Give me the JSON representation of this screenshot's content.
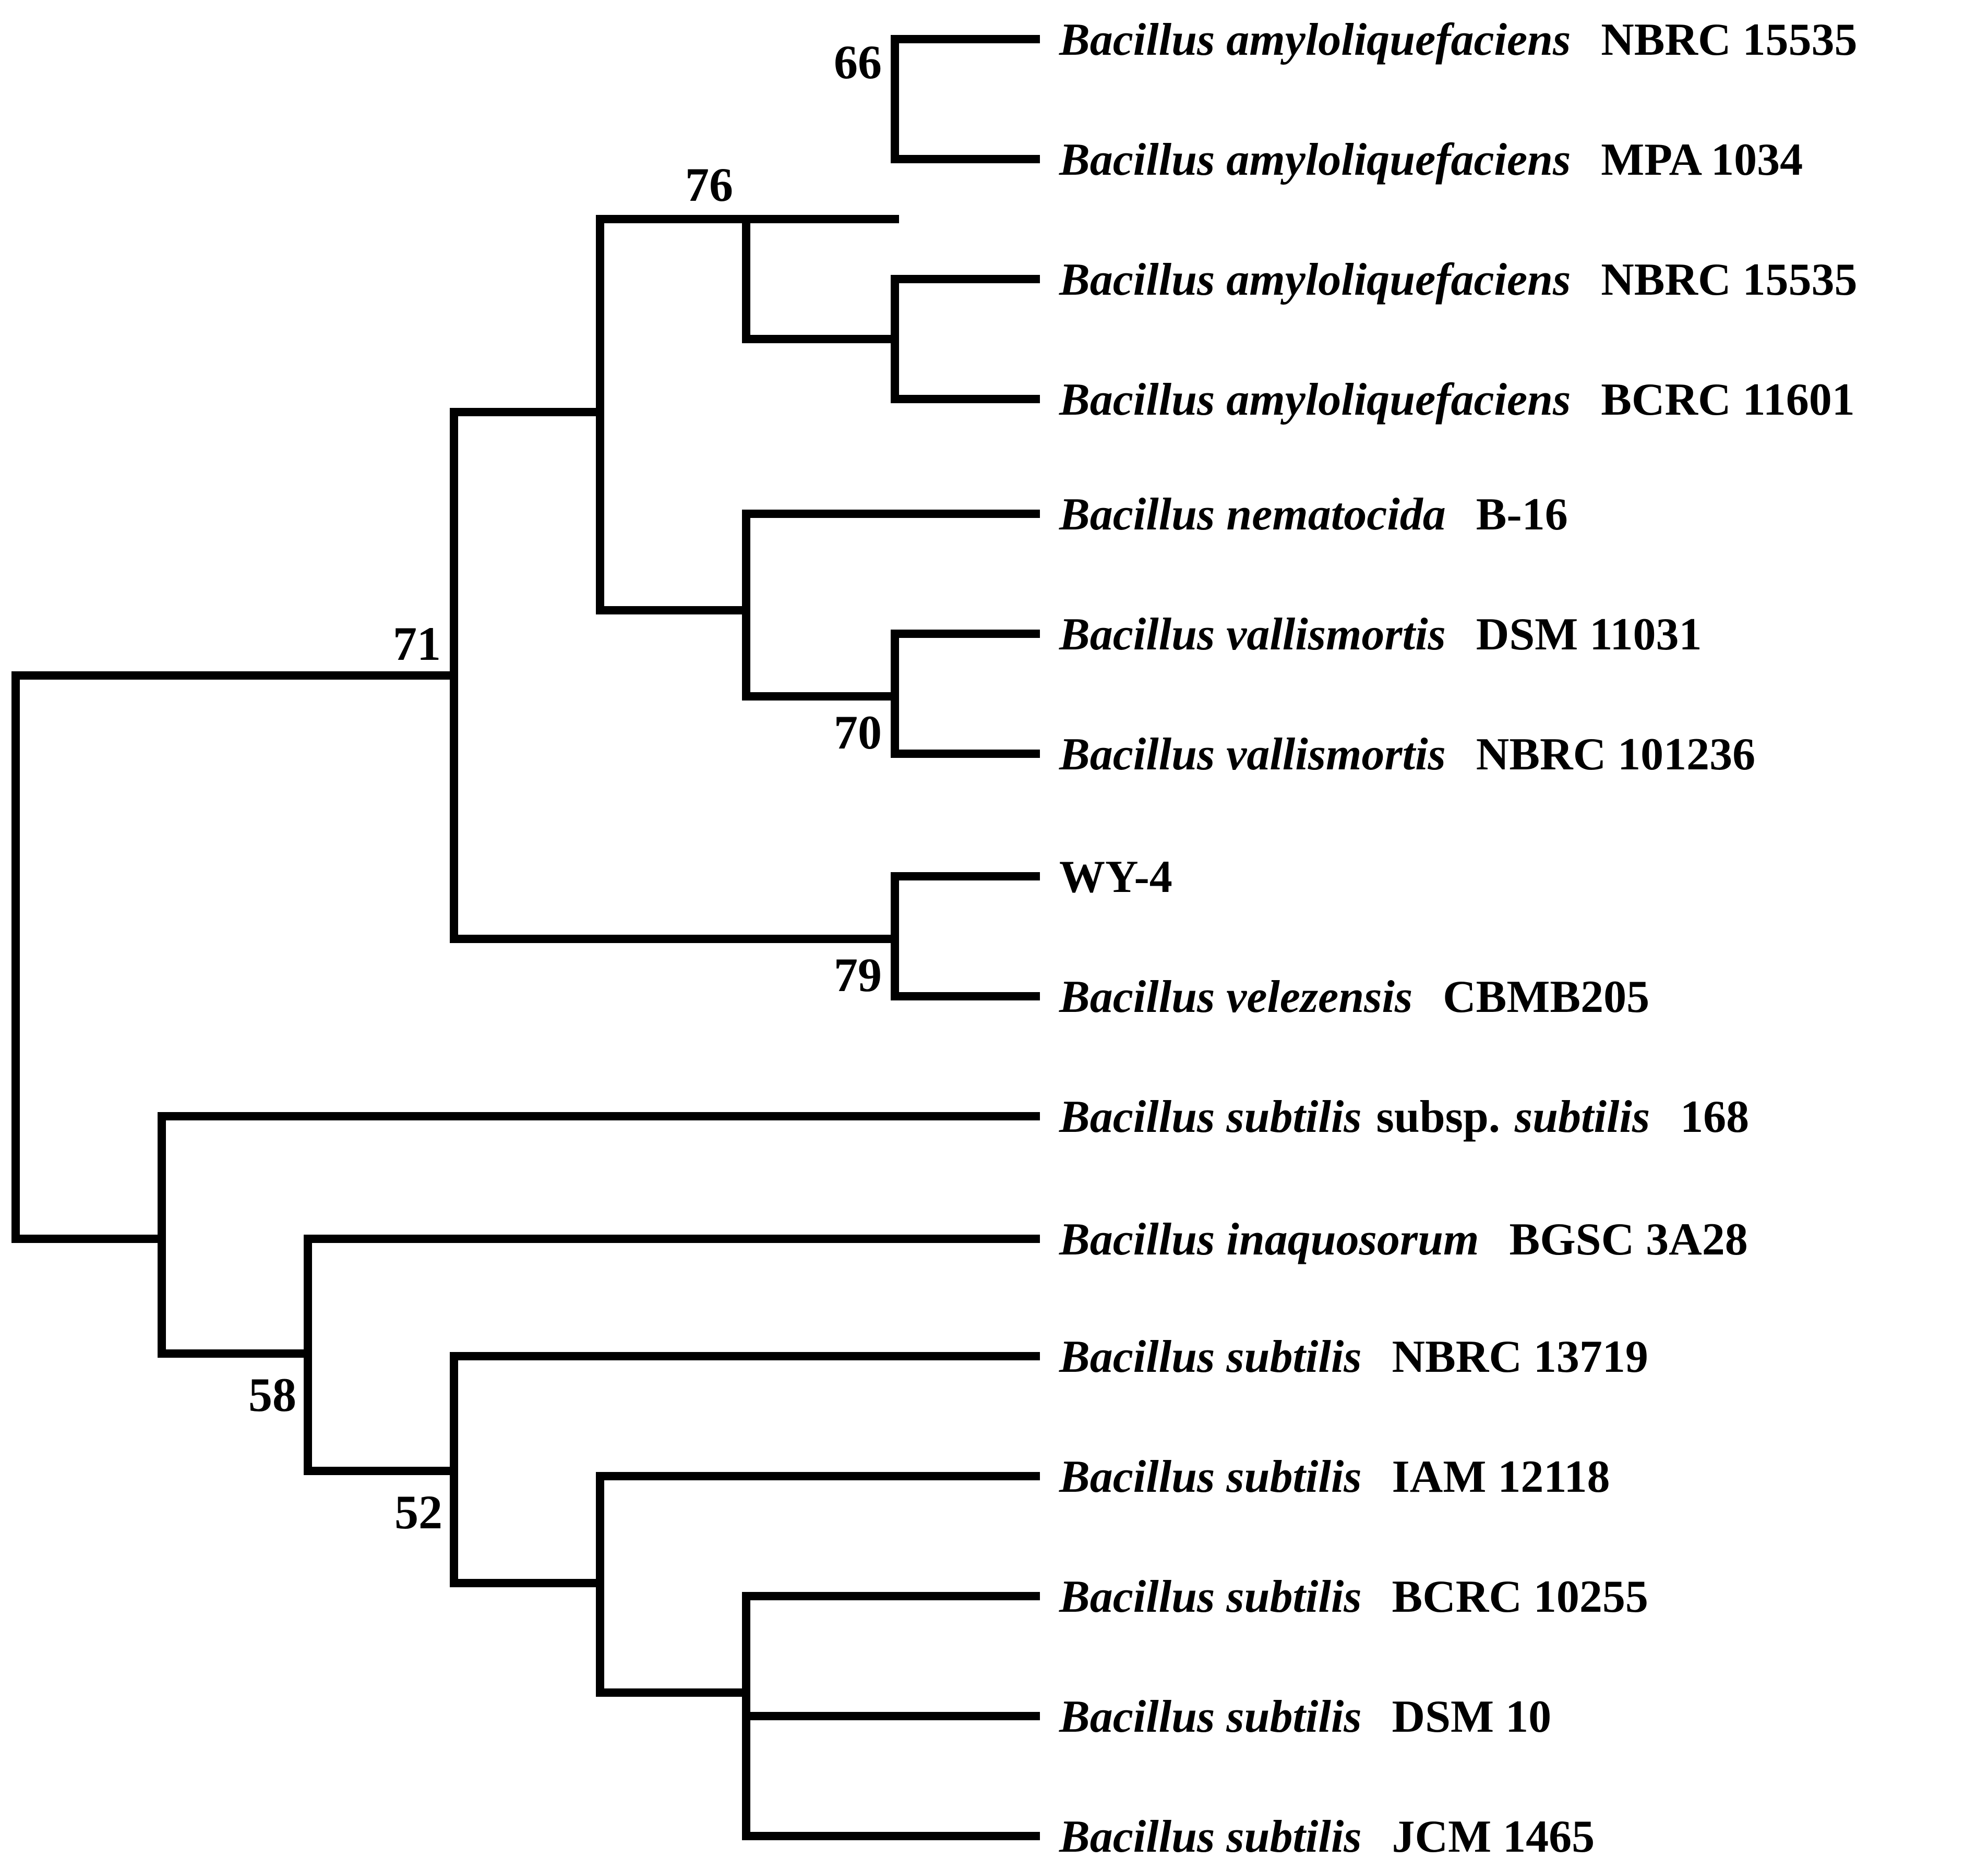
{
  "tree": {
    "taxa": [
      {
        "id": "t1",
        "genus": "Bacillus amyloliquefaciens",
        "middle": "",
        "middle_italic": "",
        "strain": "NBRC 15535"
      },
      {
        "id": "t2",
        "genus": "Bacillus amyloliquefaciens",
        "middle": "",
        "middle_italic": "",
        "strain": "MPA 1034"
      },
      {
        "id": "t3",
        "genus": "Bacillus amyloliquefaciens",
        "middle": "",
        "middle_italic": "",
        "strain": "NBRC 15535"
      },
      {
        "id": "t4",
        "genus": "Bacillus amyloliquefaciens",
        "middle": "",
        "middle_italic": "",
        "strain": "BCRC 11601"
      },
      {
        "id": "t5",
        "genus": "Bacillus nematocida",
        "middle": "",
        "middle_italic": "",
        "strain": "B-16"
      },
      {
        "id": "t6",
        "genus": "Bacillus vallismortis",
        "middle": "",
        "middle_italic": "",
        "strain": "DSM 11031"
      },
      {
        "id": "t7",
        "genus": "Bacillus vallismortis",
        "middle": "",
        "middle_italic": "",
        "strain": "NBRC 101236"
      },
      {
        "id": "t8",
        "genus": "",
        "middle": "",
        "middle_italic": "",
        "strain": "WY-4"
      },
      {
        "id": "t9",
        "genus": "Bacillus velezensis",
        "middle": "",
        "middle_italic": "",
        "strain": "CBMB205"
      },
      {
        "id": "t10",
        "genus": "Bacillus subtilis",
        "middle": "subsp.",
        "middle_italic": "subtilis",
        "strain": "168"
      },
      {
        "id": "t11",
        "genus": "Bacillus inaquosorum",
        "middle": "",
        "middle_italic": "",
        "strain": "BGSC 3A28"
      },
      {
        "id": "t12",
        "genus": "Bacillus subtilis",
        "middle": "",
        "middle_italic": "",
        "strain": "NBRC 13719"
      },
      {
        "id": "t13",
        "genus": "Bacillus subtilis",
        "middle": "",
        "middle_italic": "",
        "strain": "IAM 12118"
      },
      {
        "id": "t14",
        "genus": "Bacillus subtilis",
        "middle": "",
        "middle_italic": "",
        "strain": "BCRC 10255"
      },
      {
        "id": "t15",
        "genus": "Bacillus subtilis",
        "middle": "",
        "middle_italic": "",
        "strain": "DSM 10"
      },
      {
        "id": "t16",
        "genus": "Bacillus subtilis",
        "middle": "",
        "middle_italic": "",
        "strain": "JCM 1465"
      }
    ],
    "bootstrap_values": [
      "66",
      "76",
      "71",
      "70",
      "79",
      "58",
      "52"
    ],
    "topology": "((((((t1,t2)66,(t3,t4))76,(t5,(t6,t7)70)),(t8,t9)79)71),(t10,(t11,(t12,(t13,(t14,(t15,t16))))52)58))"
  }
}
